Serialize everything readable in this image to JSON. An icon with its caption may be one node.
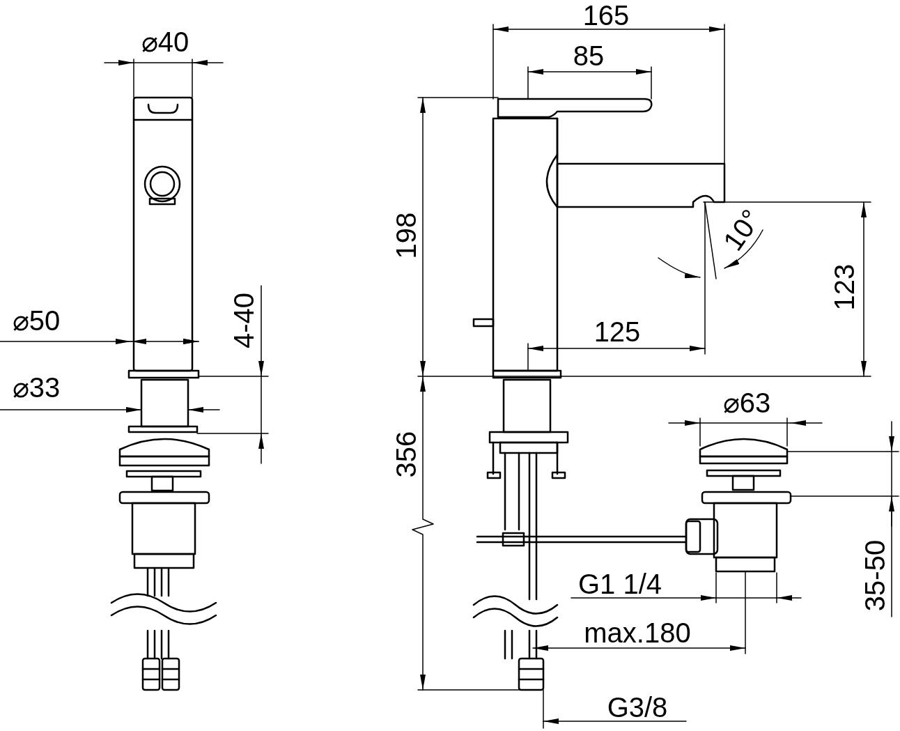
{
  "diagram": {
    "labels": [
      "⌀40",
      "165",
      "85",
      "198",
      "10°",
      "123",
      "⌀50",
      "4-40",
      "125",
      "⌀33",
      "⌀63",
      "356",
      "35-50",
      "G1 1/4",
      "max.180",
      "G3/8"
    ]
  }
}
